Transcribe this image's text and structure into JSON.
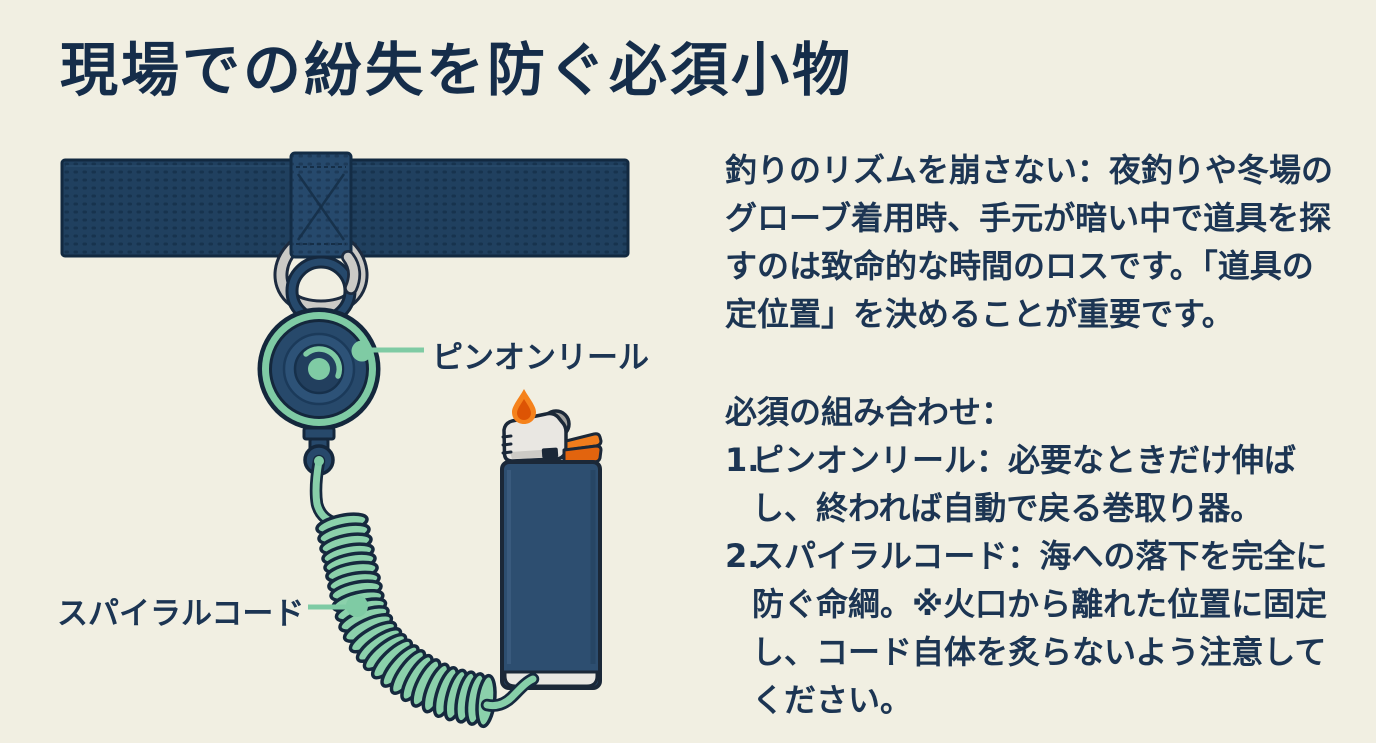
{
  "title": "現場での紛失を防ぐ必須小物",
  "diagram": {
    "reel_label": "ピンオンリール",
    "cord_label": "スパイラルコード",
    "illustration_parts": [
      "belt",
      "strap-loop",
      "d-ring",
      "link-ring",
      "pin-on-reel",
      "spiral-cord",
      "lighter",
      "flame"
    ]
  },
  "intro": "釣りのリズムを崩さない：夜釣りや冬場のグローブ着用時、手元が暗い中で道具を探すのは致命的な時間のロスです。「道具の定位置」を決めることが重要です。",
  "list": {
    "heading": "必須の組み合わせ：",
    "items": [
      {
        "number": "1.",
        "text": "ピンオンリール：必要なときだけ伸ばし、終われば自動で戻る巻取り器。"
      },
      {
        "number": "2.",
        "text": "スパイラルコード：海への落下を完全に防ぐ命綱。※火口から離れた位置に固定し、コード自体を炙らないよう注意してください。"
      }
    ]
  },
  "colors": {
    "background": "#f1efe2",
    "ink_navy": "#1c3553",
    "outline_dark": "#14273c",
    "belt_navy": "#20405f",
    "mint_green": "#7fcba4",
    "silver": "#cbcac6",
    "lighter_body": "#2d4e70",
    "metal_hood": "#e9e7e2",
    "orange_lever": "#f07c1c",
    "flame_orange": "#f5821c",
    "flame_core": "#dd5404"
  }
}
